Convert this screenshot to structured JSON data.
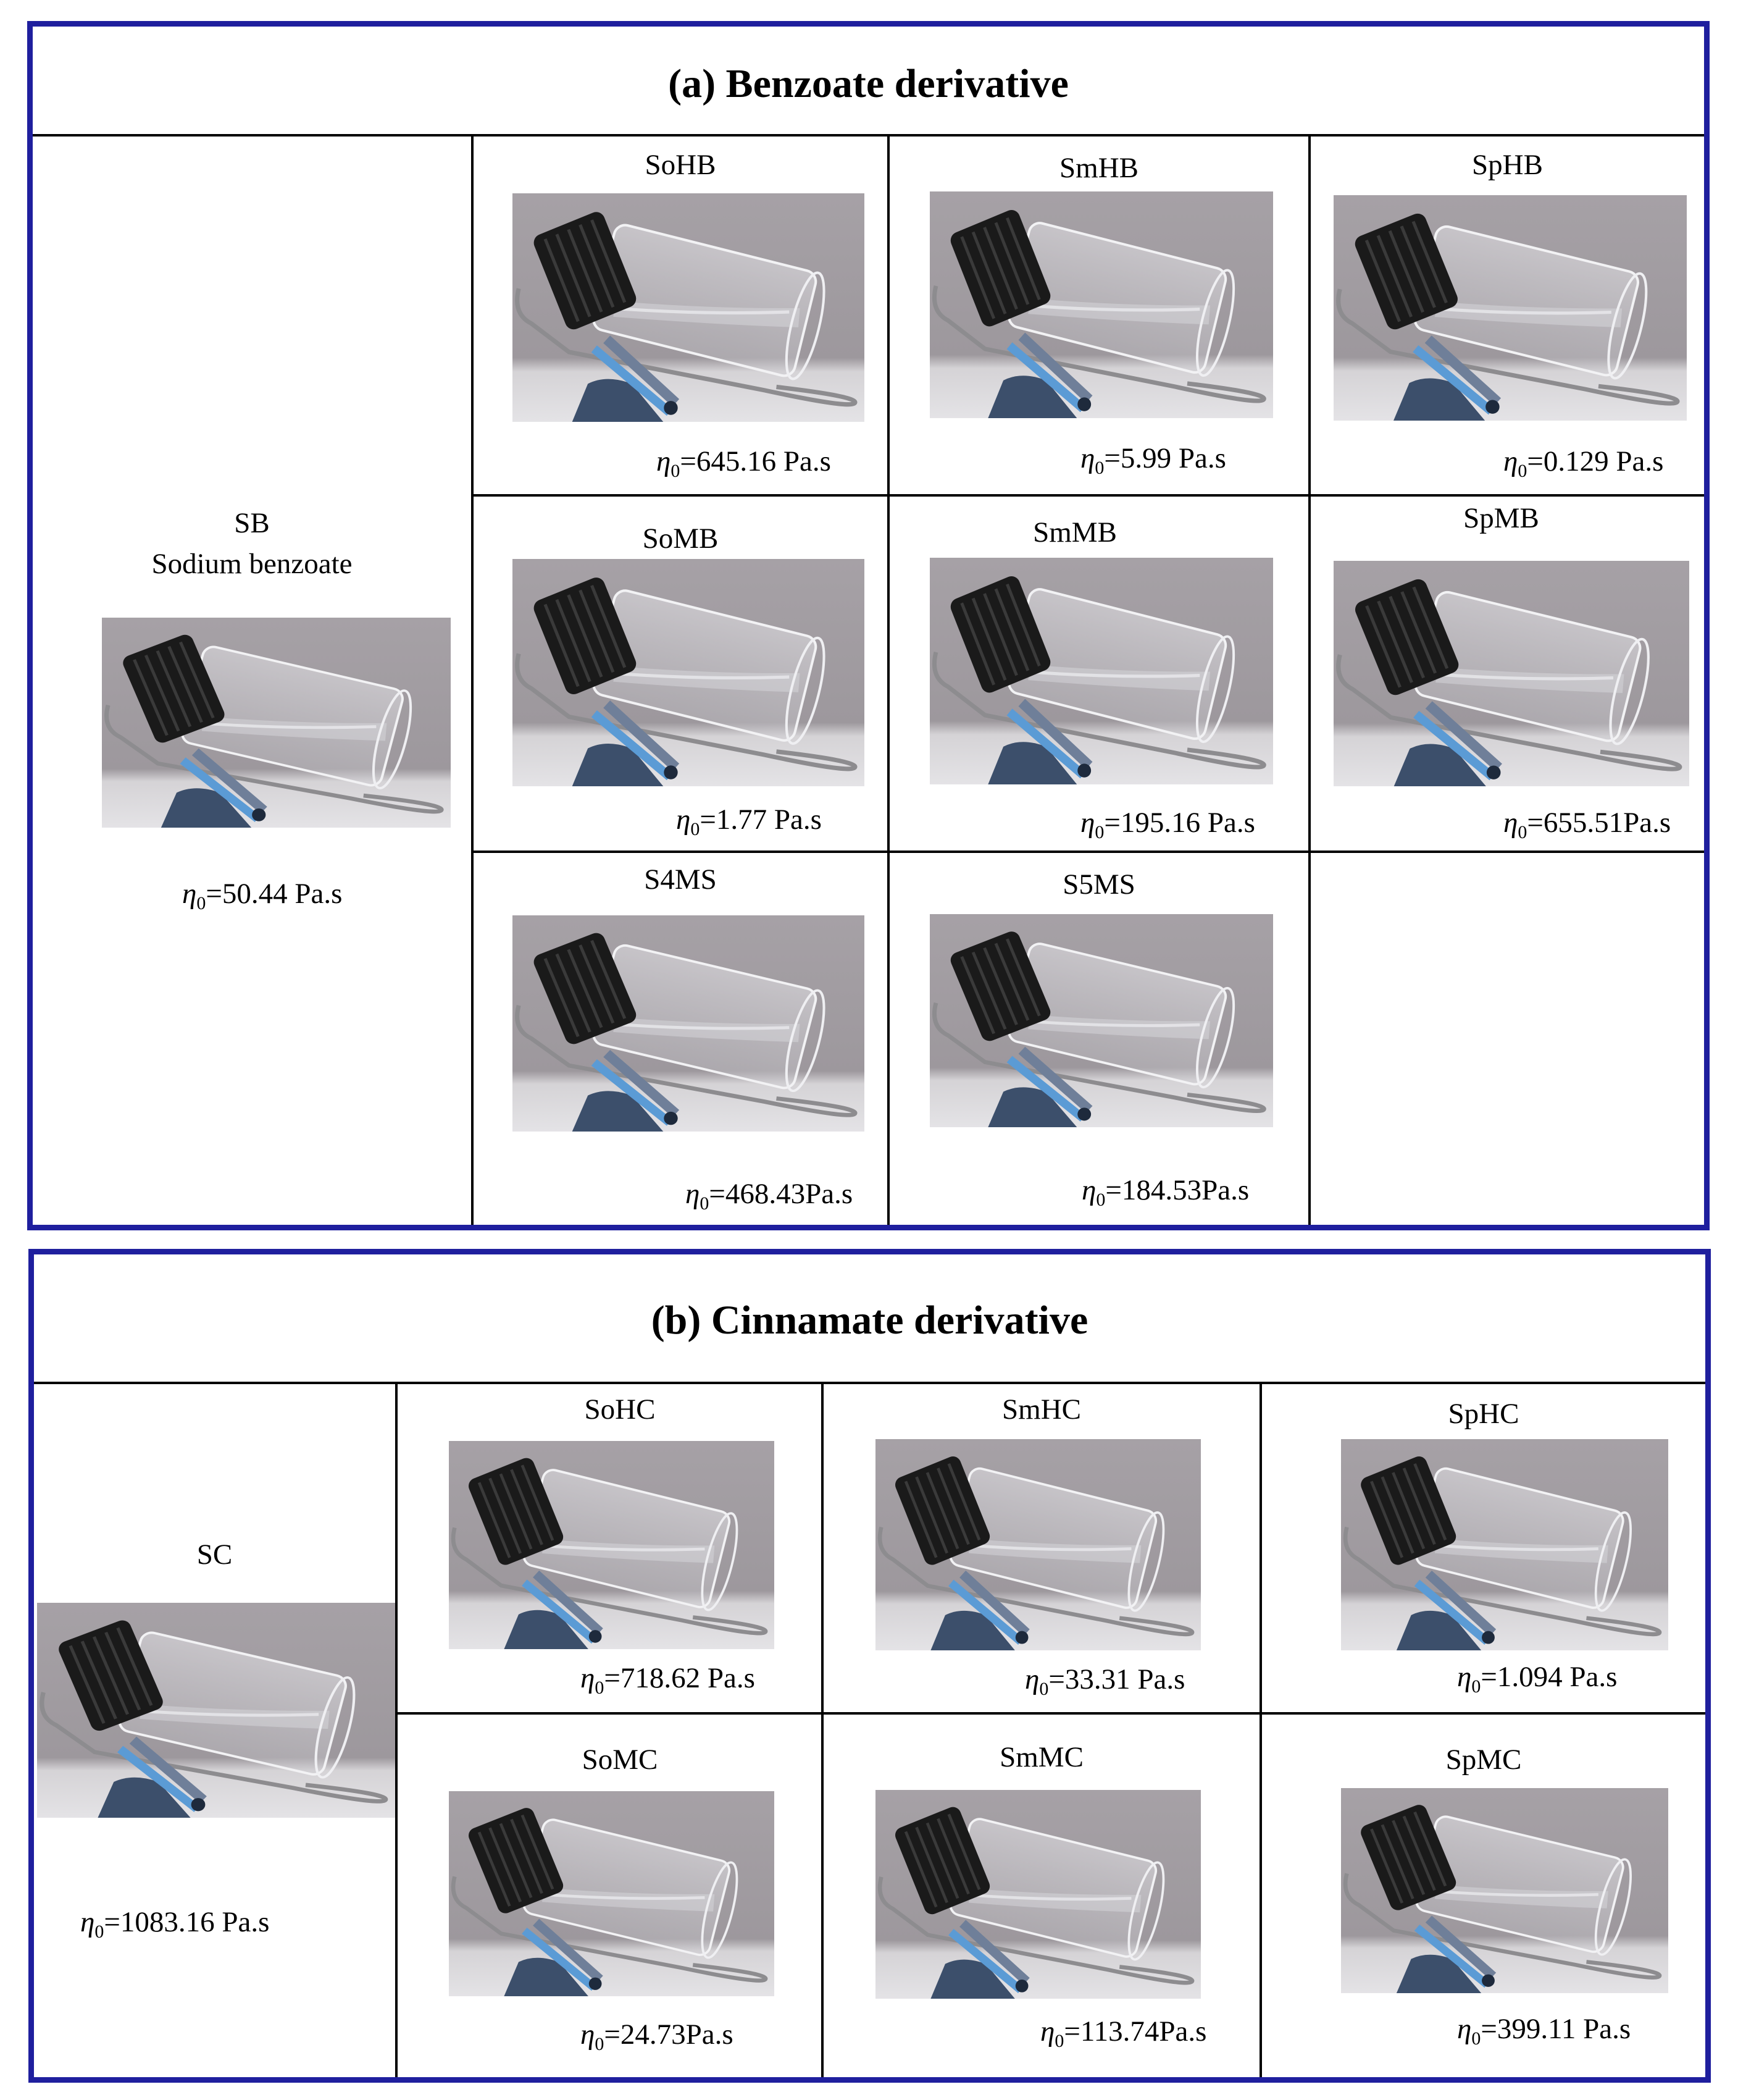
{
  "figure": {
    "panel_a": {
      "title": "(a) Benzoate derivative",
      "samples": [
        {
          "id": "SB",
          "label": "SB",
          "sublabel": "Sodium benzoate",
          "eta_symbol": "η",
          "eta_subscript": "0",
          "viscosity": "=50.44  Pa.s"
        },
        {
          "id": "SoHB",
          "label": "SoHB",
          "eta_symbol": "η",
          "eta_subscript": "0",
          "viscosity": "=645.16  Pa.s"
        },
        {
          "id": "SmHB",
          "label": "SmHB",
          "eta_symbol": "η",
          "eta_subscript": "0",
          "viscosity": "=5.99  Pa.s"
        },
        {
          "id": "SpHB",
          "label": "SpHB",
          "eta_symbol": "η",
          "eta_subscript": "0",
          "viscosity": "=0.129  Pa.s"
        },
        {
          "id": "SoMB",
          "label": "SoMB",
          "eta_symbol": "η",
          "eta_subscript": "0",
          "viscosity": "=1.77  Pa.s"
        },
        {
          "id": "SmMB",
          "label": "SmMB",
          "eta_symbol": "η",
          "eta_subscript": "0",
          "viscosity": "=195.16  Pa.s"
        },
        {
          "id": "SpMB",
          "label": "SpMB",
          "eta_symbol": "η",
          "eta_subscript": "0",
          "viscosity": "=655.51Pa.s"
        },
        {
          "id": "S4MS",
          "label": "S4MS",
          "eta_symbol": "η",
          "eta_subscript": "0",
          "viscosity": "=468.43Pa.s"
        },
        {
          "id": "S5MS",
          "label": "S5MS",
          "eta_symbol": "η",
          "eta_subscript": "0",
          "viscosity": "=184.53Pa.s"
        }
      ]
    },
    "panel_b": {
      "title": "(b) Cinnamate derivative",
      "samples": [
        {
          "id": "SC",
          "label": "SC",
          "eta_symbol": "η",
          "eta_subscript": "0",
          "viscosity": "=1083.16  Pa.s"
        },
        {
          "id": "SoHC",
          "label": "SoHC",
          "eta_symbol": "η",
          "eta_subscript": "0",
          "viscosity": "=718.62  Pa.s"
        },
        {
          "id": "SmHC",
          "label": "SmHC",
          "eta_symbol": "η",
          "eta_subscript": "0",
          "viscosity": "=33.31  Pa.s"
        },
        {
          "id": "SpHC",
          "label": "SpHC",
          "eta_symbol": "η",
          "eta_subscript": "0",
          "viscosity": "=1.094  Pa.s"
        },
        {
          "id": "SoMC",
          "label": "SoMC",
          "eta_symbol": "η",
          "eta_subscript": "0",
          "viscosity": "=24.73Pa.s"
        },
        {
          "id": "SmMC",
          "label": "SmMC",
          "eta_symbol": "η",
          "eta_subscript": "0",
          "viscosity": "=113.74Pa.s"
        },
        {
          "id": "SpMC",
          "label": "SpMC",
          "eta_symbol": "η",
          "eta_subscript": "0",
          "viscosity": "=399.11  Pa.s"
        }
      ]
    },
    "colors": {
      "frame": "#1f1f9e",
      "grid": "#000000",
      "photo_background": "#a6a1a6",
      "clip_blue": "#5b9bd5",
      "cap_black": "#1a1a1a"
    },
    "icons": {
      "photo": "tilted-glass-vial-with-black-cap-on-blue-binder-clip"
    }
  }
}
